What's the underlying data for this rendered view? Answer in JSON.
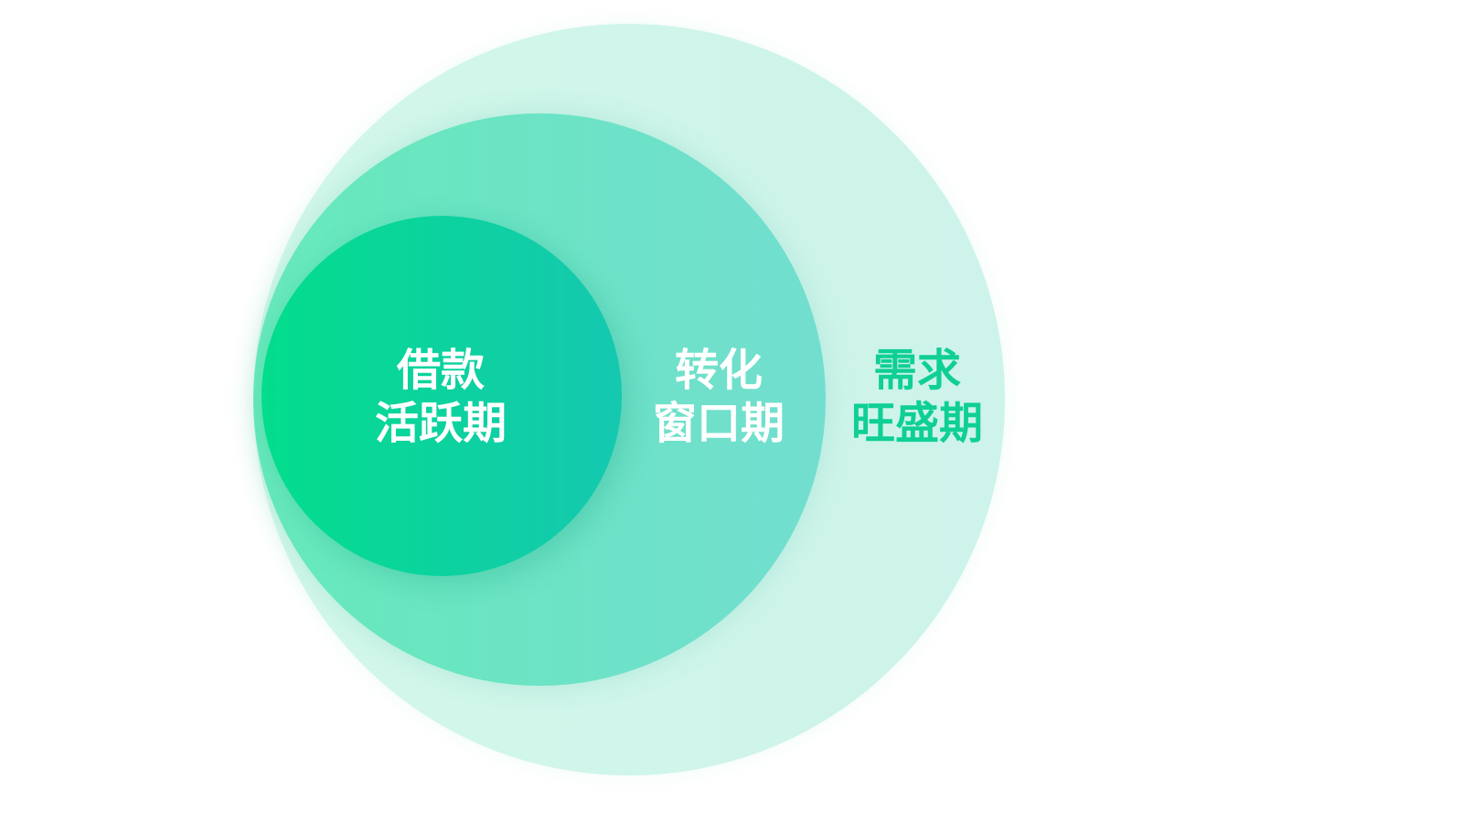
{
  "diagram": {
    "colors": {
      "outer": "#cff5ea",
      "middle": "#6be3c4",
      "inner": "#0ad49c",
      "outer_text": "#0fcf95"
    },
    "circles": [
      {
        "id": "inner",
        "line1": "借款",
        "line2": "活跃期"
      },
      {
        "id": "middle",
        "line1": "转化",
        "line2": "窗口期"
      },
      {
        "id": "outer",
        "line1": "需求",
        "line2": "旺盛期"
      }
    ]
  }
}
